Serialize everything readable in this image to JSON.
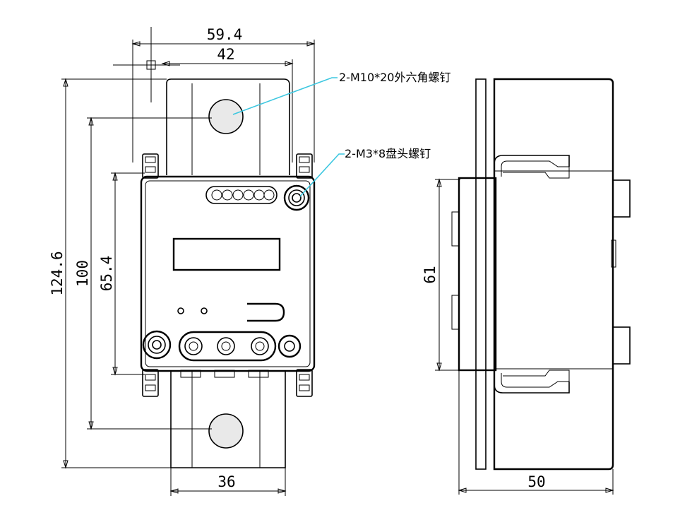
{
  "dimensions": {
    "overall_width": "59.4",
    "inner_width": "42",
    "busbar_width": "36",
    "overall_height": "124.6",
    "hole_spacing": "100",
    "body_height": "65.4",
    "side_height": "61",
    "side_depth": "50"
  },
  "callouts": {
    "hex_screw": "2-M10*20外六角螺钉",
    "pan_screw": "2-M3*8盘头螺钉"
  },
  "colors": {
    "leader": "#3cc7e0",
    "line": "#000000"
  }
}
